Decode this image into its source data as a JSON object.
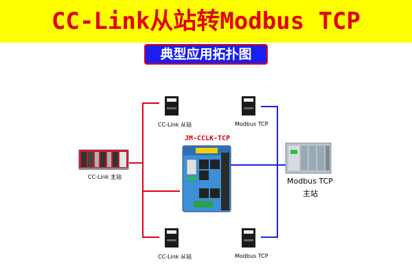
{
  "header": {
    "title": "CC-Link从站转Modbus TCP",
    "subtitle": "典型应用拓扑图",
    "banner_color": "#ffff00",
    "title_color": "#e00010",
    "subtitle_bg": "#1a1ff0"
  },
  "diagram": {
    "gateway_label": "JM-CCLK-TCP",
    "cclink_master_label": "CC-Link 主站",
    "cclink_slave_top_label": "CC-Link 从站",
    "cclink_slave_bottom_label": "CC-Link 从站",
    "modbus_device_top_label": "Modbus TCP",
    "modbus_device_bottom_label": "Modbus TCP",
    "modbus_master_label_line1": "Modbus TCP",
    "modbus_master_label_line2": "主站",
    "cclink_line_color": "#e00010",
    "modbus_line_color": "#1a1ff0"
  }
}
